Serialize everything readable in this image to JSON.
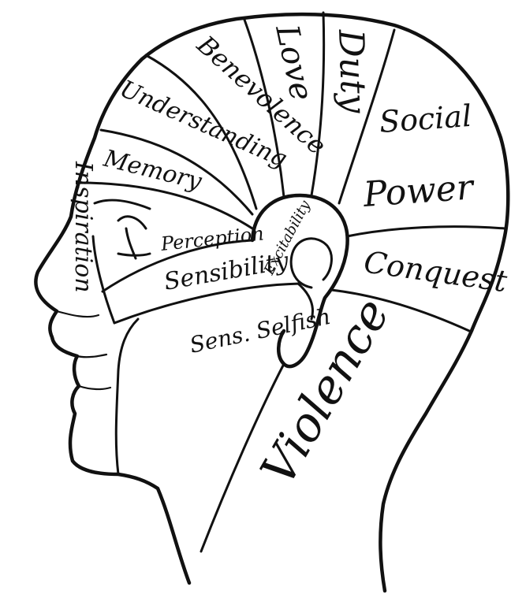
{
  "colors": {
    "ink": "#111111",
    "paper": "#ffffff"
  },
  "labels": {
    "benevolence": "Benevolence",
    "love": "Love",
    "duty": "Duty",
    "social": "Social",
    "understanding": "Understanding",
    "memory": "Memory",
    "power": "Power",
    "excitability": "Excitability",
    "perception": "Perception",
    "conquest": "Conquest",
    "sensibility": "Sensibility",
    "sens_selfish": "Sens. Selfish",
    "violence": "Violence",
    "inspiration": "Inspiration"
  }
}
